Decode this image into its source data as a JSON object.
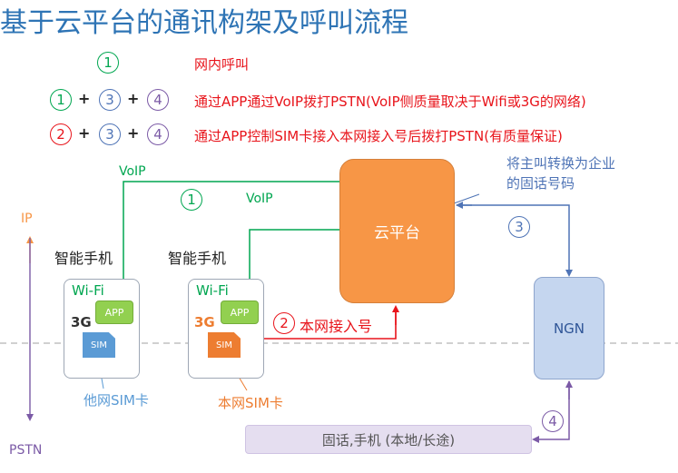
{
  "title": "基于云平台的通讯构架及呼叫流程",
  "legend": [
    {
      "circles": [
        "1"
      ],
      "text": "网内呼叫"
    },
    {
      "circles": [
        "1",
        "3",
        "4"
      ],
      "text": "通过APP通过VoIP拨打PSTN(VoIP侧质量取决于Wifi或3G的网络)"
    },
    {
      "circles": [
        "2",
        "3",
        "4"
      ],
      "text": "通过APP控制SIM卡接入本网接入号后拨打PSTN(有质量保证)"
    }
  ],
  "plus": "+",
  "axis": {
    "ip": "IP",
    "pstn": "PSTN"
  },
  "phones": [
    {
      "title": "智能手机",
      "wifi": "Wi-Fi",
      "g3": "3G",
      "app": "APP",
      "sim": "SIM",
      "sim_label": "他网SIM卡",
      "g3_color": "#333333",
      "sim_color": "#5b9bd5"
    },
    {
      "title": "智能手机",
      "wifi": "Wi-Fi",
      "g3": "3G",
      "app": "APP",
      "sim": "SIM",
      "sim_label": "本网SIM卡",
      "g3_color": "#ed7d31",
      "sim_color": "#ed7d31"
    }
  ],
  "voip_labels": [
    "VoIP",
    "VoIP"
  ],
  "access_label": "本网接入号",
  "cloud": "云平台",
  "ngn": "NGN",
  "fixed": "固话,手机 (本地/长途)",
  "callout": {
    "line1": "将主叫转换为企业",
    "line2": "的固话号码"
  },
  "flow_numbers": {
    "one": "1",
    "two": "2",
    "three": "3",
    "four": "4"
  },
  "colors": {
    "green": "#00a650",
    "red": "#e8141b",
    "blue": "#4f74b6",
    "purple": "#7b5aa6",
    "orange": "#f79646",
    "title": "#2e74b5"
  }
}
